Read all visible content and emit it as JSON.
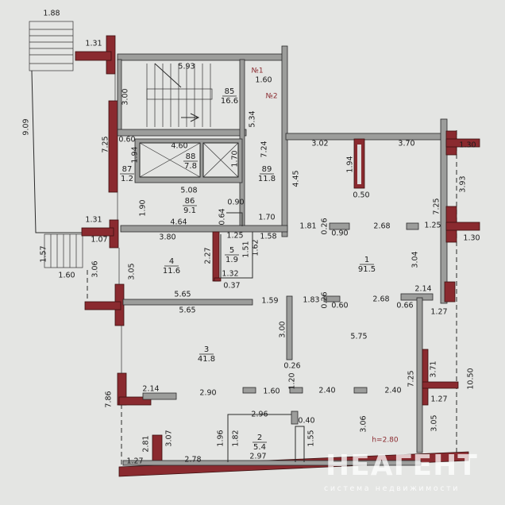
{
  "rooms": [
    {
      "number": "85",
      "area": "16.6"
    },
    {
      "number": "88",
      "area": "7.8"
    },
    {
      "number": "87",
      "area": "1.2"
    },
    {
      "number": "89",
      "area": "11.8"
    },
    {
      "number": "86",
      "area": "9.1"
    },
    {
      "number": "4",
      "area": "11.6"
    },
    {
      "number": "5",
      "area": "1.9"
    },
    {
      "number": "1",
      "area": "91.5"
    },
    {
      "number": "3",
      "area": "41.8"
    },
    {
      "number": "2",
      "area": "5.4"
    }
  ],
  "dimensions": [
    "1.88",
    "1.31",
    "5.93",
    "3.00",
    "1.60",
    "5.34",
    "9.09",
    "7.25",
    "0.60",
    "1.94",
    "4.60",
    "1.70",
    "7.24",
    "4.45",
    "3.02",
    "3.70",
    "1.30",
    "1.94",
    "0.50",
    "5.08",
    "1.90",
    "3.93",
    "7.25",
    "1.31",
    "0.90",
    "0.64",
    "4.64",
    "1.70",
    "1.81",
    "0.26",
    "0.90",
    "2.68",
    "1.25",
    "1.30",
    "1.07",
    "3.80",
    "1.25",
    "1.58",
    "1.57",
    "1.60",
    "3.06",
    "3.05",
    "2.27",
    "1.51",
    "1.62",
    "1.32",
    "0.37",
    "3.04",
    "5.65",
    "5.65",
    "1.59",
    "1.83",
    "0.26",
    "0.60",
    "2.68",
    "2.14",
    "0.66",
    "1.27",
    "3.00",
    "5.75",
    "0.26",
    "1.20",
    "7.25",
    "3.71",
    "10.50",
    "7.86",
    "2.14",
    "2.90",
    "1.60",
    "2.40",
    "2.40",
    "1.27",
    "2.96",
    "0.40",
    "1.96",
    "1.82",
    "1.55",
    "3.06",
    "3.05",
    "2.81",
    "3.07",
    "1.27",
    "2.78",
    "2.97"
  ],
  "markers": [
    "№1",
    "№2",
    "h=2.80"
  ],
  "watermark": {
    "brand": "НЕАГЕНТ",
    "tagline": "система недвижимости"
  },
  "colors": {
    "background": "#e4e5e3",
    "wall": "#9c9d9b",
    "bearing_wall": "#8a2a2f"
  }
}
